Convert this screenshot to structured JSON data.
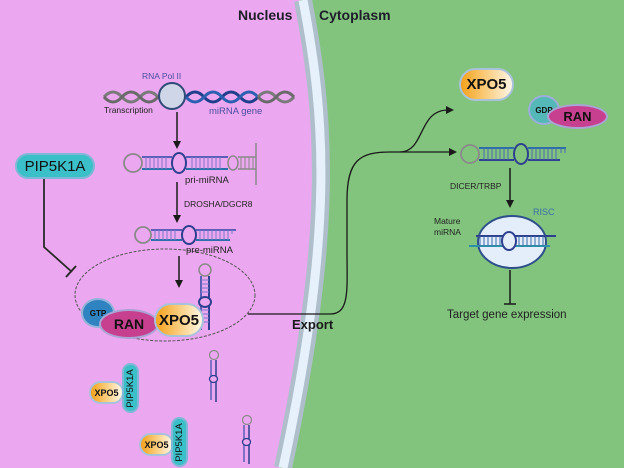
{
  "regions": {
    "nucleus": "Nucleus",
    "cytoplasm": "Cytoplasm"
  },
  "colors": {
    "nucleus_bg": "#eba7ef",
    "cytoplasm_bg": "#82c47d",
    "membrane_outer": "#aebecb",
    "membrane_inner": "#e6f1fb",
    "pip5k1a": "#3bbfc8",
    "ran": "#c6408f",
    "gtp": "#2f83c0",
    "gdp": "#55b8b8",
    "xpo5_start": "#f5a21b",
    "xpo5_end": "#fff6e6",
    "mirna_strand": "#5b5fb8",
    "mirna_dark": "#2d3f8f",
    "rna_loop": "#8a8a8a"
  },
  "transcription": {
    "polymerase": "RNA Pol II",
    "left_label": "Transcription",
    "gene_label": "miRNA gene"
  },
  "pathway": {
    "pri_mirna": "pri-miRNA",
    "processor": "DROSHA/DGCR8",
    "pre_mirna": "pre-miRNA",
    "export_label": "Export",
    "dicer": "DICER/TRBP",
    "mature_line1": "Mature",
    "mature_line2": "miRNA",
    "risc": "RISC",
    "target": "Target gene expression"
  },
  "proteins": {
    "pip5k1a": "PIP5K1A",
    "xpo5": "XPO5",
    "ran": "RAN",
    "gtp": "GTP",
    "gdp": "GDP"
  },
  "complexes": [
    {
      "xpo5": "XPO5",
      "pip5k1a": "PIP5K1A"
    },
    {
      "xpo5": "XPO5",
      "pip5k1a": "PIP5K1A"
    }
  ]
}
